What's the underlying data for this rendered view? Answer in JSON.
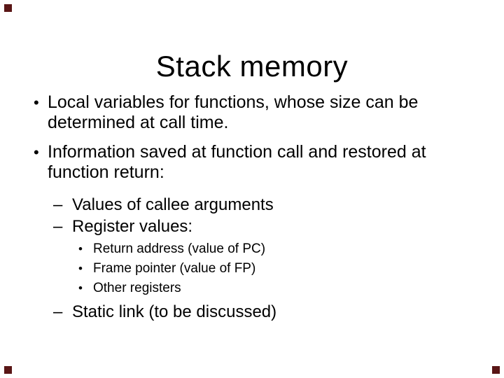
{
  "slide": {
    "title": "Stack memory",
    "corner_marker_color": "#5a1616",
    "bullets": [
      {
        "level": 1,
        "marker": "•",
        "text": "Local variables for functions, whose size can be determined at call time."
      },
      {
        "level": 1,
        "marker": "•",
        "text": "Information saved at function call and restored at function return:"
      },
      {
        "level": 2,
        "marker": "–",
        "text": "Values of callee arguments"
      },
      {
        "level": 2,
        "marker": "–",
        "text": "Register values:"
      },
      {
        "level": 3,
        "marker": "•",
        "text": "Return address (value of PC)"
      },
      {
        "level": 3,
        "marker": "•",
        "text": "Frame pointer (value of FP)"
      },
      {
        "level": 3,
        "marker": "•",
        "text": "Other registers"
      },
      {
        "level": 2,
        "marker": "–",
        "text": "Static link (to be discussed)"
      }
    ]
  }
}
